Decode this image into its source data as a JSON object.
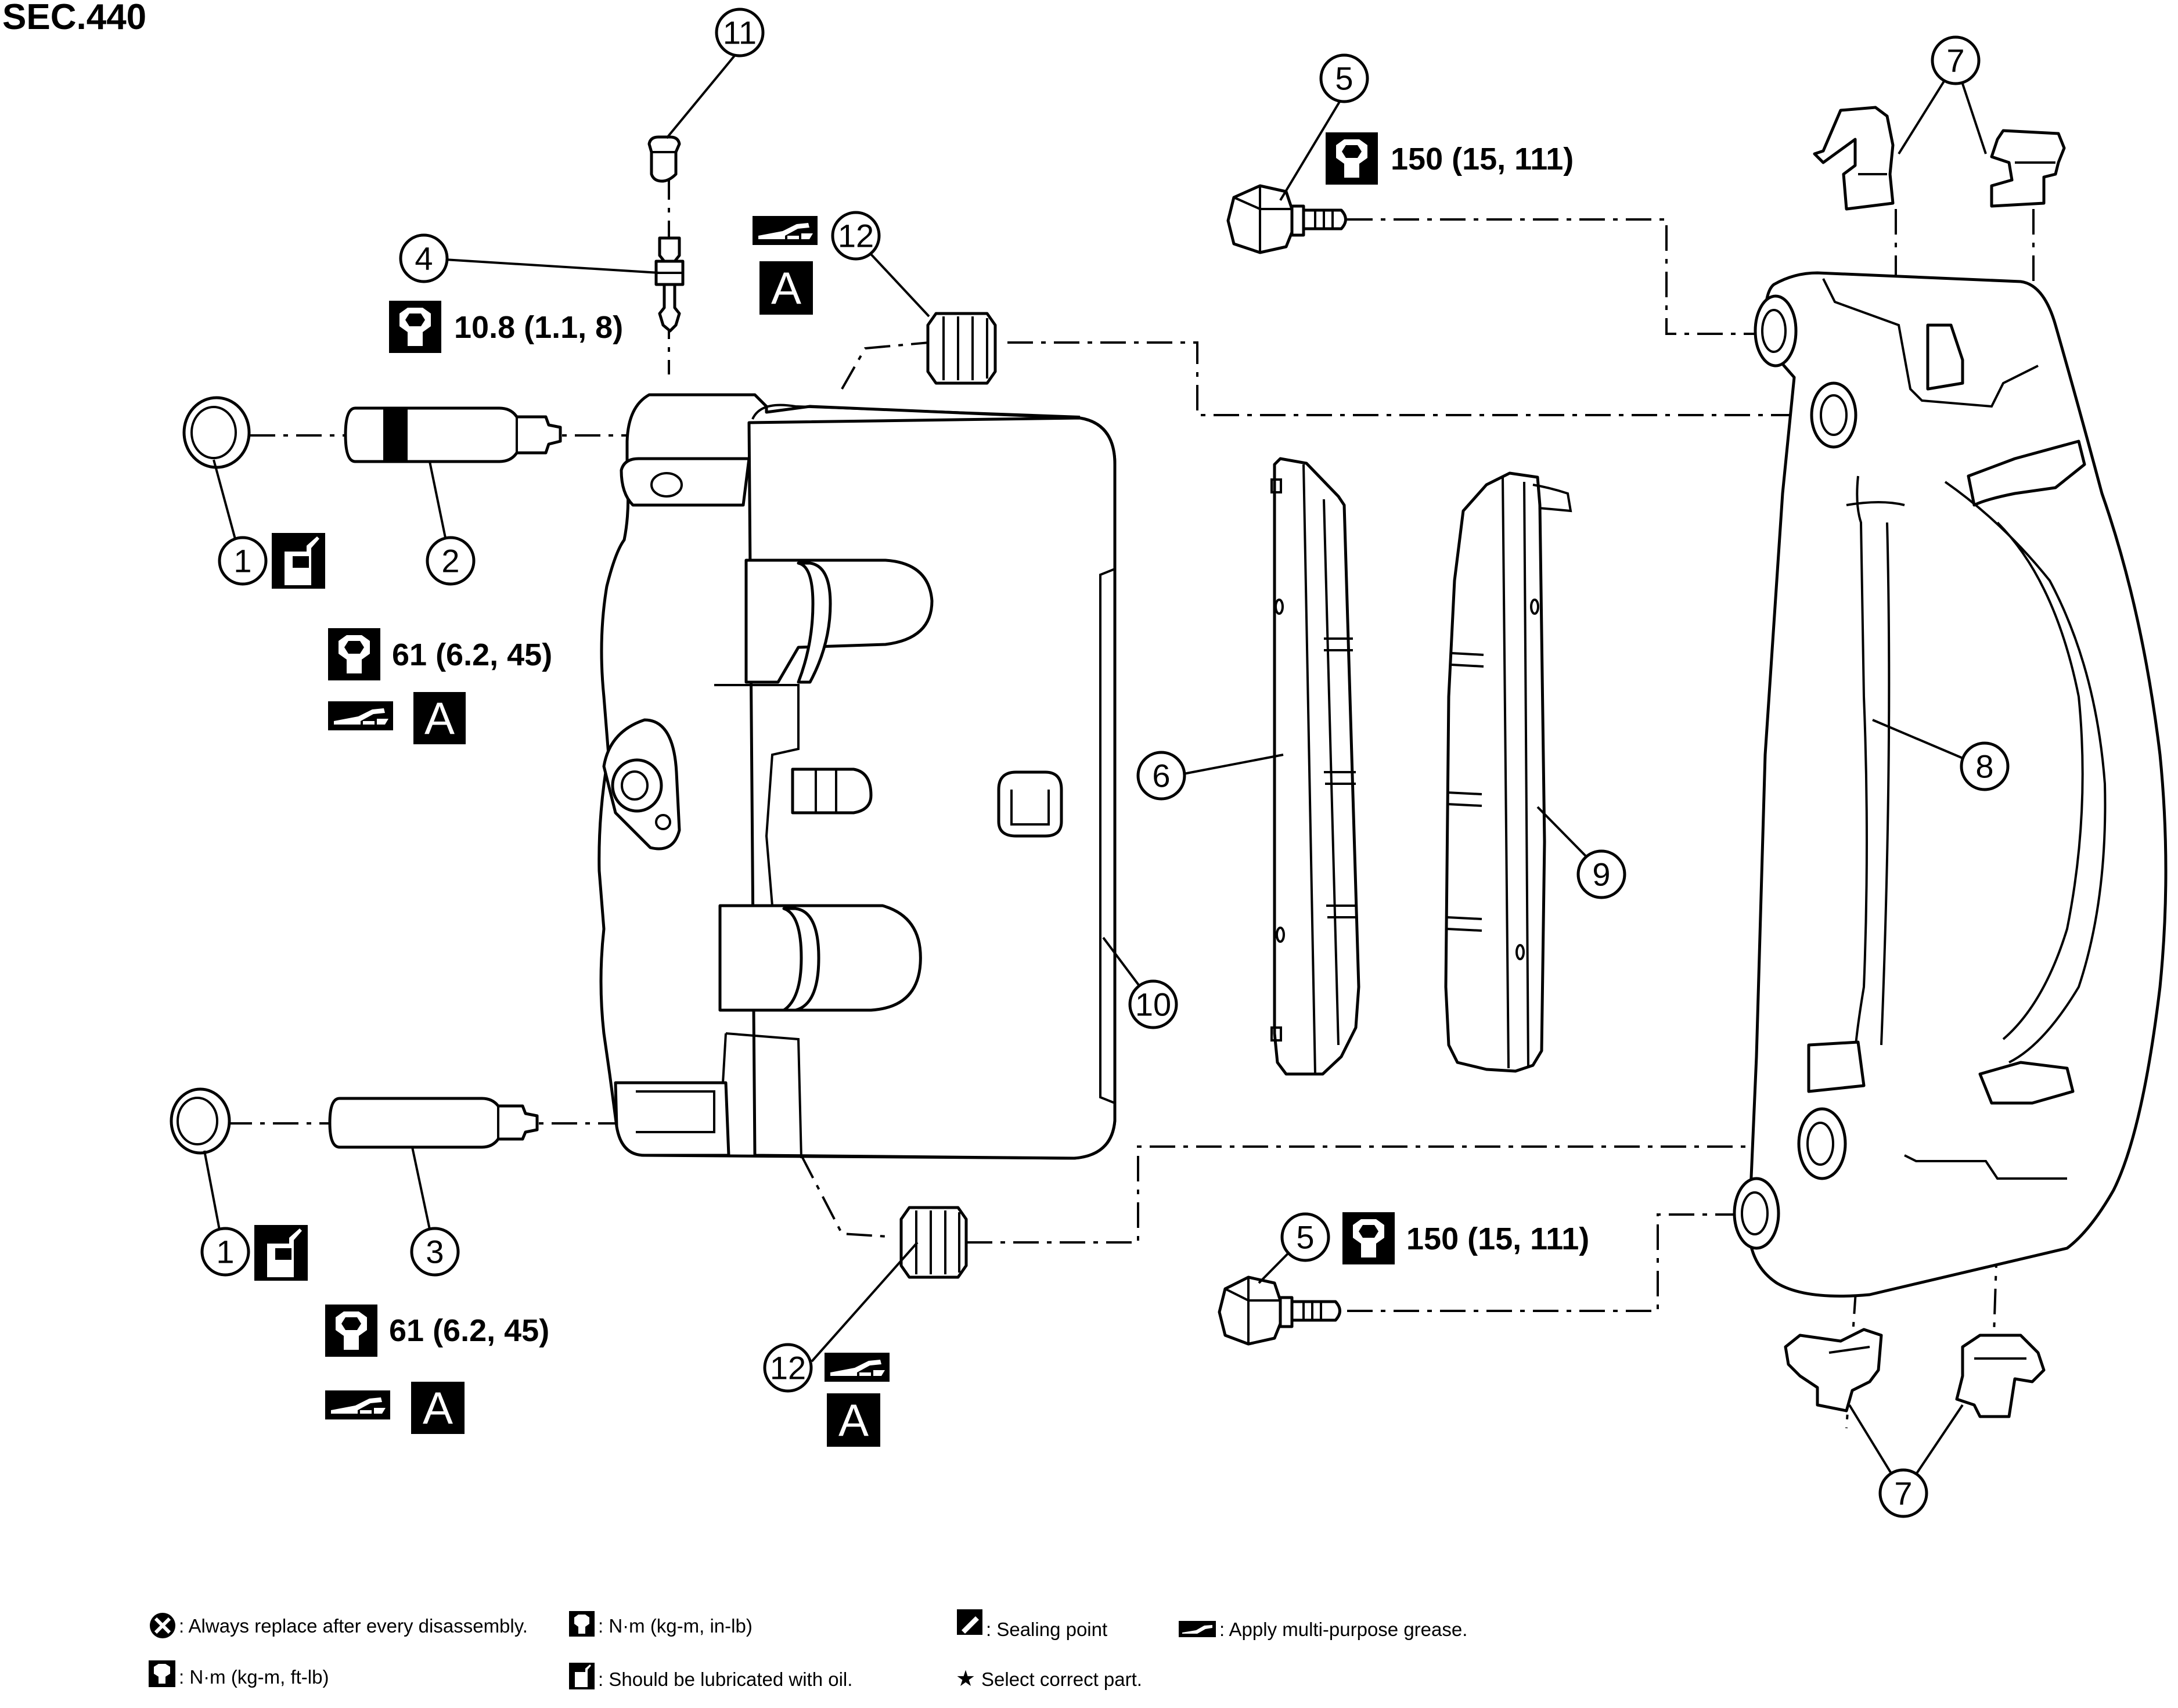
{
  "section_label": "SEC.440",
  "callouts": {
    "c11": "11",
    "c4": "4",
    "c1a": "1",
    "c2": "2",
    "c1b": "1",
    "c3": "3",
    "c12a": "12",
    "c12b": "12",
    "c5a": "5",
    "c5b": "5",
    "c7a": "7",
    "c7b": "7",
    "c6": "6",
    "c9": "9",
    "c8": "8",
    "c10": "10"
  },
  "torques": {
    "bleeder": "10.8 (1.1, 8)",
    "pin_upper": "61 (6.2, 45)",
    "pin_lower": "61 (6.2, 45)",
    "bolt_upper": "150 (15, 111)",
    "bolt_lower": "150 (15, 111)"
  },
  "grease_marks": {
    "a1": "A",
    "a2": "A",
    "a3": "A",
    "a4": "A"
  },
  "legend": {
    "replace": ": Always replace after every disassembly.",
    "nm_inlb": ": N·m (kg-m, in-lb)",
    "sealing": ": Sealing point",
    "grease": ": Apply multi-purpose grease.",
    "nm_ftlb": ": N·m (kg-m, ft-lb)",
    "oil": ": Should be lubricated with oil.",
    "select": "Select correct part."
  },
  "icons": {
    "torque": "wrench-hex-icon",
    "oil": "oil-can-icon",
    "grease": "grease-gun-icon",
    "replace": "x-circle-icon",
    "sealing": "sealant-tube-icon",
    "select": "star-icon"
  }
}
